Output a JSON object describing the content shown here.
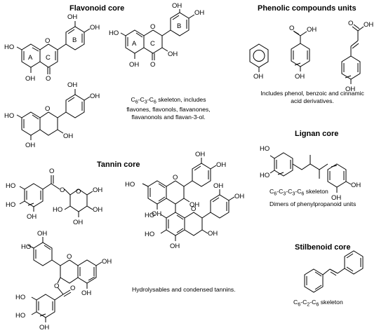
{
  "sections": {
    "flavonoid": {
      "title": "Flavonoid core",
      "caption": [
        "skeleton, includes",
        "flavones, flavonols, flavanones,",
        "flavanonols and flavan-3-ol."
      ],
      "skeleton": {
        "c1": "C",
        "s1": "6",
        "c2": "-C",
        "s2": "3",
        "c3": "-C",
        "s3": "6"
      }
    },
    "phenolic": {
      "title": "Phenolic compounds units",
      "caption": [
        "Includes phenol, benzoic and cinnamic",
        "acid derivatives."
      ]
    },
    "lignan": {
      "title": "Lignan core",
      "caption": [
        "skeleton",
        "Dimers of phenylpropanoid units"
      ],
      "skeleton": {
        "c1": "C",
        "s1": "6",
        "c2": "-C",
        "s2": "3",
        "c3": "-C",
        "s3": "3",
        "c4": "-C",
        "s4": "6"
      }
    },
    "tannin": {
      "title": "Tannin core",
      "caption": "Hydrolysables and condensed tannins."
    },
    "stilbenoid": {
      "title": "Stilbenoid core",
      "caption": "skeleton",
      "skeleton": {
        "c1": "C",
        "s1": "6",
        "c2": "-C",
        "s2": "2",
        "c3": "-C",
        "s3": "6"
      }
    }
  },
  "atoms": {
    "oh": "OH",
    "ho": "HO",
    "o": "O",
    "ring_a": "A",
    "ring_b": "B",
    "ring_c": "C"
  }
}
